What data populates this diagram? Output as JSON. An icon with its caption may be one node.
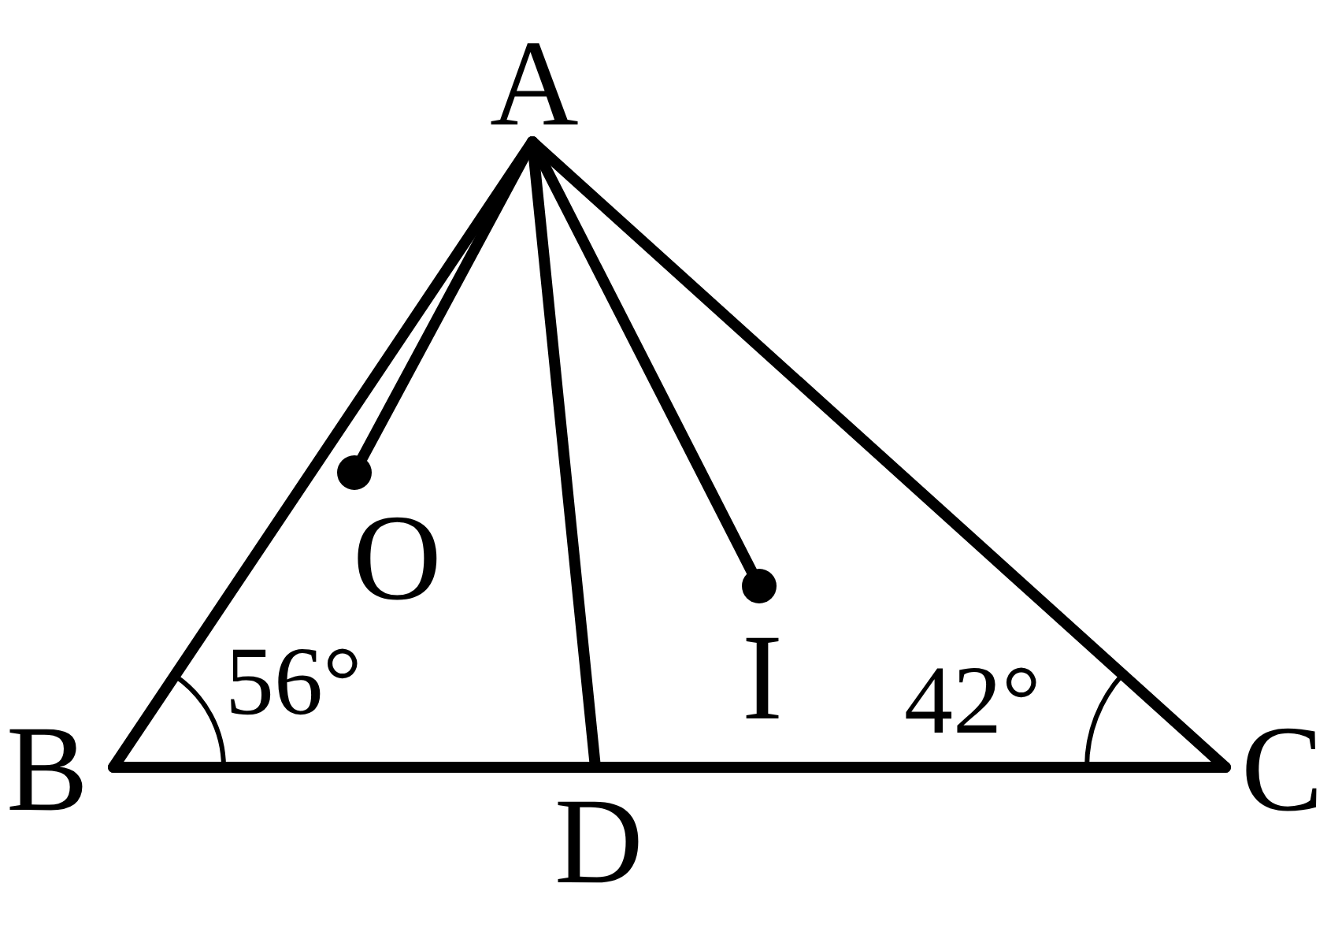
{
  "diagram": {
    "nodes": [
      {
        "text": [
          "A"
        ]
      },
      {
        "text": [
          "B"
        ]
      },
      {
        "text": [
          "C"
        ]
      },
      {
        "text": [
          "D"
        ]
      },
      {
        "text": [
          "O"
        ]
      },
      {
        "text": [
          "I"
        ]
      }
    ],
    "edges": [
      {
        "from": 0,
        "to": 1,
        "arrow": "none"
      },
      {
        "from": 0,
        "to": 2,
        "arrow": "none"
      },
      {
        "from": 1,
        "to": 3,
        "arrow": "none"
      },
      {
        "from": 3,
        "to": 2,
        "arrow": "none"
      },
      {
        "from": 0,
        "to": 3,
        "arrow": "none"
      },
      {
        "from": 0,
        "to": 4,
        "arrow": "none"
      },
      {
        "from": 0,
        "to": 5,
        "arrow": "none"
      }
    ],
    "labels": [
      "56°",
      "42°"
    ]
  }
}
